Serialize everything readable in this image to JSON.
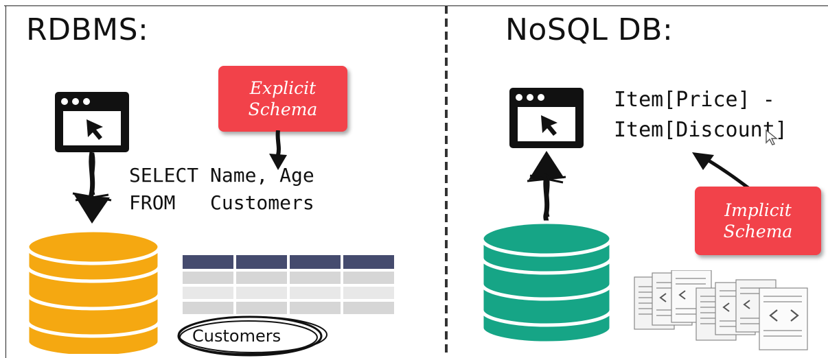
{
  "left_panel": {
    "title": "RDBMS:",
    "query_line1": "SELECT Name, Age",
    "query_line2": "FROM   Customers",
    "callout": {
      "line1": "Explicit",
      "line2": "Schema"
    },
    "table_label": "Customers",
    "db_icon_name": "database-icon",
    "db_color": "#f5a811"
  },
  "right_panel": {
    "title": "NoSQL DB:",
    "expr_line1": "Item[Price] -",
    "expr_line2": "Item[Discount]",
    "callout": {
      "line1": "Implicit",
      "line2": "Schema"
    },
    "db_icon_name": "database-icon",
    "db_color": "#16a586",
    "documents_icon_name": "json-documents-icon"
  },
  "colors": {
    "callout": "#f2424a",
    "table_header": "#454b6e",
    "table_row": "#dcdcdc"
  }
}
